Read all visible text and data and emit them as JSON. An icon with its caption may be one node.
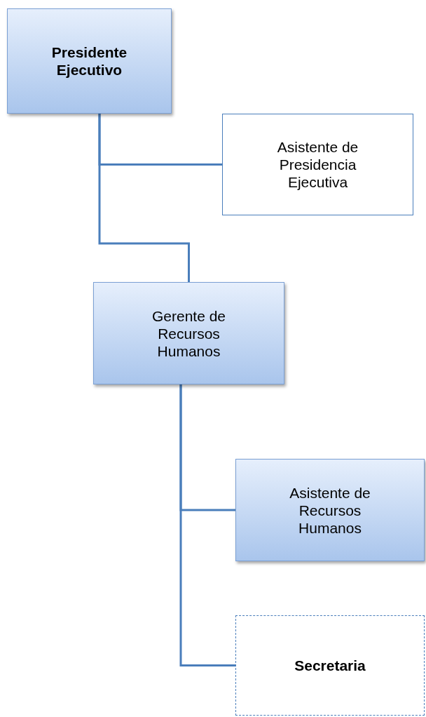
{
  "diagram": {
    "nodes": [
      {
        "text": [
          "Presidente Ejecutivo"
        ]
      },
      {
        "text": [
          "Asistente de Presidencia Ejecutiva"
        ]
      },
      {
        "text": [
          "Gerente de Recursos Humanos"
        ]
      },
      {
        "text": [
          "Asistente de Recursos Humanos"
        ]
      },
      {
        "text": [
          "Secretaria"
        ]
      }
    ],
    "edges": [
      {
        "from": 0,
        "to": 1,
        "arrow": "none"
      },
      {
        "from": 0,
        "to": 2,
        "arrow": "none"
      },
      {
        "from": 2,
        "to": 3,
        "arrow": "none"
      },
      {
        "from": 2,
        "to": 4,
        "arrow": "none"
      }
    ]
  }
}
